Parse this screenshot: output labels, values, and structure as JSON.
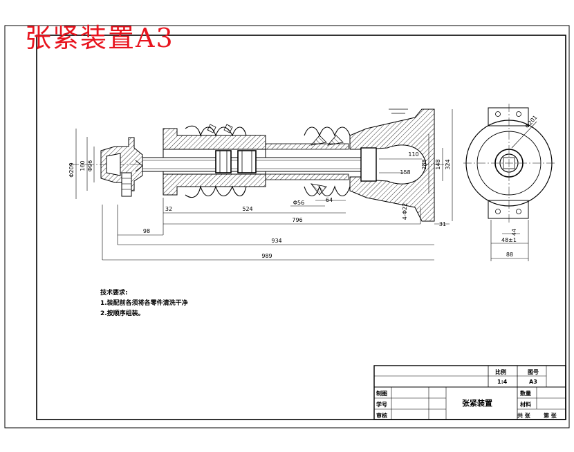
{
  "title_stamp": "张紧装置A3",
  "technical_requirements": {
    "heading": "技术要求:",
    "items": [
      "1.装配前各须将各零件清洗干净",
      "2.按顺序组装。"
    ]
  },
  "dimensions": {
    "d209": "Φ209",
    "d160": "160",
    "d96": "Φ96",
    "d56": "Φ56",
    "d64": "64",
    "d32": "32",
    "d524": "524",
    "d796": "796",
    "d98": "98",
    "d934": "934",
    "d989": "989",
    "d110": "110",
    "d158": "158",
    "d288": "288",
    "d148": "148",
    "d324": "324",
    "d4phi22": "4-Φ22",
    "d31": "31",
    "d201": "Φ201",
    "d44": "44",
    "d48": "48±1",
    "d88": "88"
  },
  "title_block": {
    "scale_label": "比例",
    "scale_value": "1:4",
    "drawing_no_label": "图号",
    "drawing_no_value": "A3",
    "drawn_label": "制图",
    "student_no_label": "学号",
    "checked_label": "审核",
    "part_name": "张紧装置",
    "quantity_label": "数量",
    "material_label": "材料",
    "sheet_total": "共 张",
    "sheet_no": "第 张"
  }
}
